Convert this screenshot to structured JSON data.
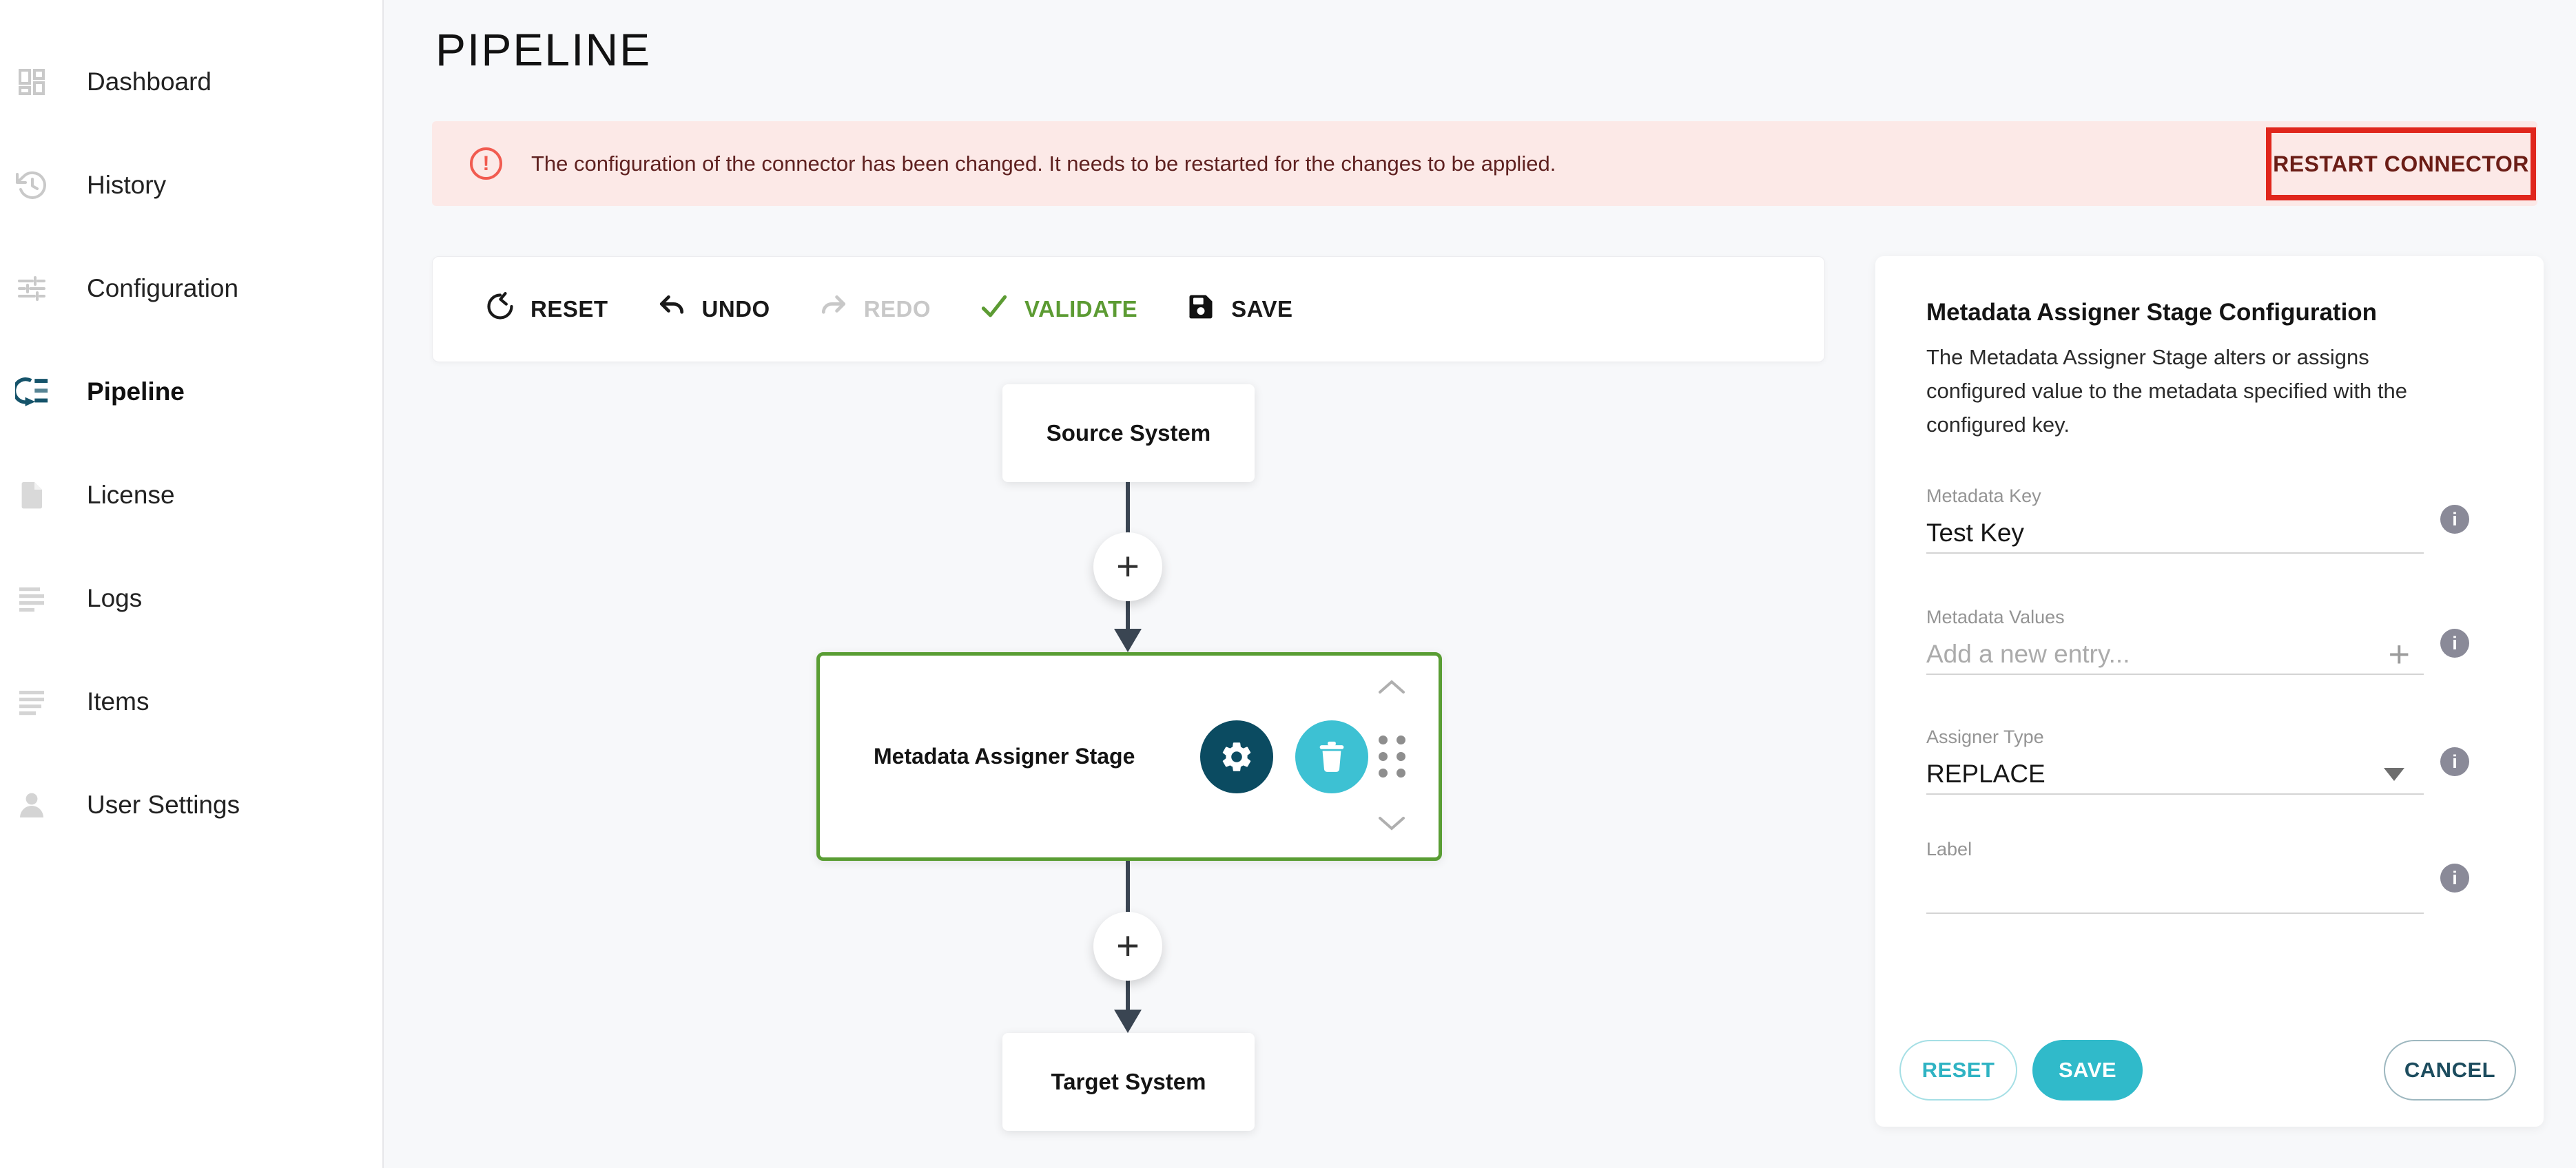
{
  "header": {
    "title": "PIPELINE"
  },
  "sidebar": {
    "items": [
      {
        "label": "Dashboard",
        "icon": "dashboard-icon",
        "active": false
      },
      {
        "label": "History",
        "icon": "history-icon",
        "active": false
      },
      {
        "label": "Configuration",
        "icon": "configuration-icon",
        "active": false
      },
      {
        "label": "Pipeline",
        "icon": "pipeline-icon",
        "active": true
      },
      {
        "label": "License",
        "icon": "license-icon",
        "active": false
      },
      {
        "label": "Logs",
        "icon": "logs-icon",
        "active": false
      },
      {
        "label": "Items",
        "icon": "items-icon",
        "active": false
      },
      {
        "label": "User Settings",
        "icon": "user-icon",
        "active": false
      }
    ]
  },
  "banner": {
    "message": "The configuration of the connector has been changed. It needs to be restarted for the changes to be applied.",
    "action_label": "RESTART CONNECTOR",
    "icon": "alert-circle-icon"
  },
  "toolbar": {
    "reset": "RESET",
    "undo": "UNDO",
    "redo": "REDO",
    "validate": "VALIDATE",
    "save": "SAVE",
    "redo_disabled": true
  },
  "pipeline": {
    "source_node": "Source System",
    "stage_node": "Metadata Assigner Stage",
    "target_node": "Target System",
    "stage_actions": [
      "gear-icon",
      "trash-icon",
      "chevron-up-icon",
      "drag-handle",
      "chevron-down-icon"
    ],
    "add_stage_icon": "+"
  },
  "config_panel": {
    "title": "Metadata Assigner Stage Configuration",
    "description": "The Metadata Assigner Stage alters or assigns configured value to the metadata specified with the configured key.",
    "fields": {
      "metadata_key": {
        "label": "Metadata Key",
        "value": "Test Key"
      },
      "metadata_values": {
        "label": "Metadata Values",
        "placeholder": "Add a new entry..."
      },
      "assigner_type": {
        "label": "Assigner Type",
        "value": "REPLACE"
      },
      "label": {
        "label": "Label",
        "value": ""
      }
    },
    "buttons": {
      "reset": "RESET",
      "save": "SAVE",
      "cancel": "CANCEL"
    }
  },
  "colors": {
    "page_bg": "#F7F8FA",
    "banner_bg": "#FCE9E7",
    "banner_text": "#5F2120",
    "banner_icon_red": "#F15B50",
    "annotation_red": "#E0261C",
    "green": "#5C9B33",
    "green_border": "#599D33",
    "arrow": "#3A4552",
    "dark_teal": "#0B4B61",
    "cyan": "#3DC1D3",
    "info_gray": "#8A8A98",
    "accent_teal": "#2FB3C3",
    "accent_teal_fill": "#30BACA"
  }
}
